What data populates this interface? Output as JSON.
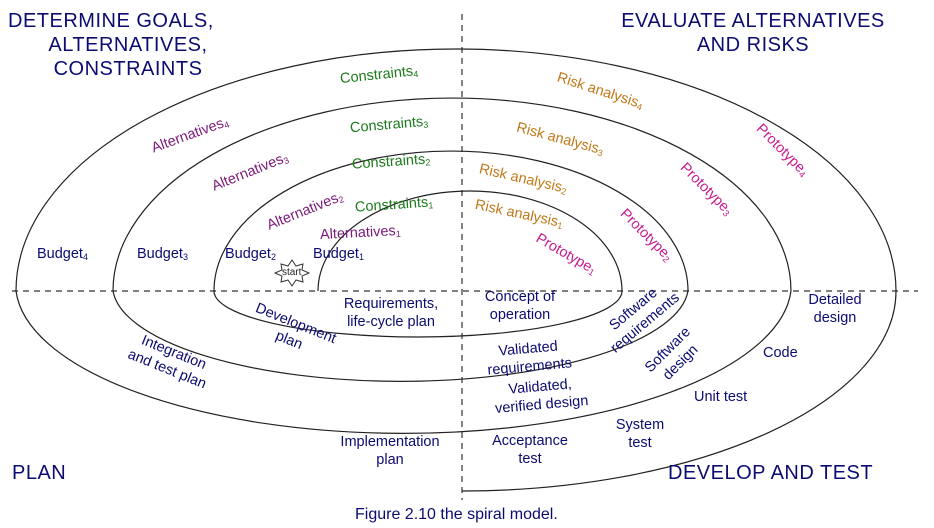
{
  "quadrants": {
    "top_left": [
      "DETERMINE GOALS,",
      "ALTERNATIVES,",
      "CONSTRAINTS"
    ],
    "top_right": [
      "EVALUATE ALTERNATIVES",
      "AND RISKS"
    ],
    "bottom_left": "PLAN",
    "bottom_right": "DEVELOP AND TEST"
  },
  "constraints": [
    {
      "text": "Constraints",
      "sub": "1"
    },
    {
      "text": "Constraints",
      "sub": "2"
    },
    {
      "text": "Constraints",
      "sub": "3"
    },
    {
      "text": "Constraints",
      "sub": "4"
    }
  ],
  "alternatives": [
    {
      "text": "Alternatives",
      "sub": "1"
    },
    {
      "text": "Alternatives",
      "sub": "2"
    },
    {
      "text": "Alternatives",
      "sub": "3"
    },
    {
      "text": "Alternatives",
      "sub": "4"
    }
  ],
  "risk_analysis": [
    {
      "text": "Risk analysis",
      "sub": "1"
    },
    {
      "text": "Risk analysis",
      "sub": "2"
    },
    {
      "text": "Risk analysis",
      "sub": "3"
    },
    {
      "text": "Risk analysis",
      "sub": "4"
    }
  ],
  "prototype": [
    {
      "text": "Prototype",
      "sub": "1"
    },
    {
      "text": "Prototype",
      "sub": "2"
    },
    {
      "text": "Prototype",
      "sub": "3"
    },
    {
      "text": "Prototype",
      "sub": "4"
    }
  ],
  "budget": [
    {
      "text": "Budget",
      "sub": "1"
    },
    {
      "text": "Budget",
      "sub": "2"
    },
    {
      "text": "Budget",
      "sub": "3"
    },
    {
      "text": "Budget",
      "sub": "4"
    }
  ],
  "start_label": "start",
  "plan_phase": {
    "requirements": [
      "Requirements,",
      "life-cycle plan"
    ],
    "development": [
      "Development",
      "plan"
    ],
    "integration": [
      "Integration",
      "and test plan"
    ],
    "implementation": [
      "Implementation",
      "plan"
    ]
  },
  "develop_phase": {
    "concept": [
      "Concept of",
      "operation"
    ],
    "software_requirements": [
      "Software",
      "requirements"
    ],
    "validated_requirements": [
      "Validated",
      "requirements"
    ],
    "software_design": [
      "Software",
      "design"
    ],
    "validated_design": [
      "Validated,",
      "verified design"
    ],
    "detailed_design": [
      "Detailed",
      "design"
    ],
    "code": "Code",
    "unit_test": "Unit test",
    "system_test": [
      "System",
      "test"
    ],
    "acceptance_test": [
      "Acceptance",
      "test"
    ]
  },
  "caption": "Figure 2.10 the spiral model.",
  "colors": {
    "navy": "#0b0b72",
    "green": "#1b7a1b",
    "purple": "#7a1a7a",
    "orange": "#c07818",
    "magenta": "#c8198f"
  }
}
